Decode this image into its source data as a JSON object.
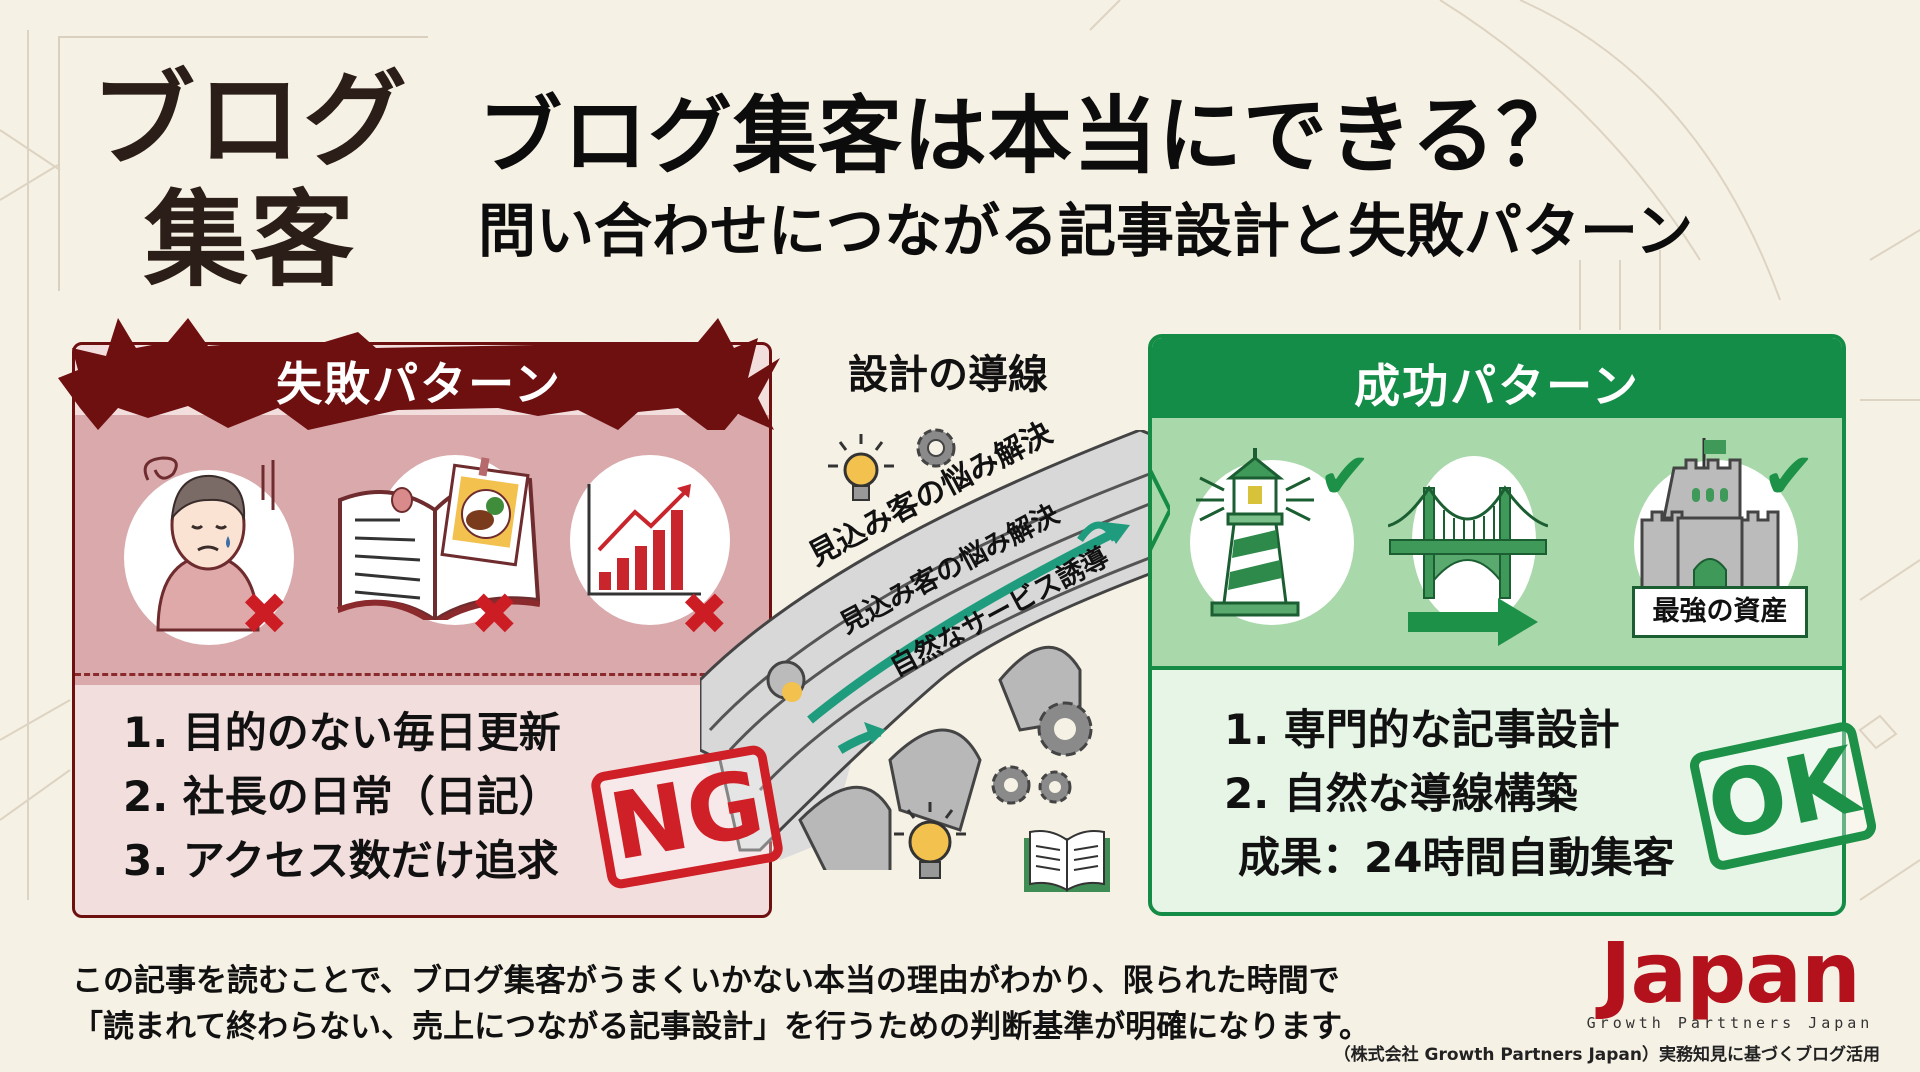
{
  "tag": {
    "line1": "ブログ",
    "line2": "集客"
  },
  "header": {
    "title": "ブログ集客は本当にできる？",
    "subtitle": "問い合わせにつながる記事設計と失敗パターン"
  },
  "fail_panel": {
    "title": "失敗パターン",
    "icons": [
      "worried-person-icon",
      "diary-book-icon",
      "access-chart-icon"
    ],
    "items": [
      "1. 目的のない毎日更新",
      "2. 社長の日常（日記）",
      "3. アクセス数だけ追求"
    ],
    "stamp": "NG",
    "colors": {
      "banner": "#6e0f10",
      "top_bg": "#d9a9ab",
      "list_bg": "#f3dede",
      "stamp": "#cf2027"
    }
  },
  "flow": {
    "title": "設計の導線",
    "road_labels": [
      "見込み客の悩み解決",
      "見込み客の悩み解決",
      "自然なサービス誘導"
    ],
    "icons": [
      "lightbulb-icon",
      "gear-icon",
      "gears-icon",
      "lightbulb-icon",
      "book-icon"
    ],
    "arrow_color": "#1f9c7d"
  },
  "success_panel": {
    "title": "成功パターン",
    "icons": [
      "lighthouse-icon",
      "bridge-icon",
      "castle-icon"
    ],
    "castle_label": "最強の資産",
    "items": [
      "1. 専門的な記事設計",
      "2. 自然な導線構築",
      "成果：24時間自動集客"
    ],
    "stamp": "OK",
    "colors": {
      "header": "#138d47",
      "top_bg": "#a9d8aa",
      "list_bg": "#e6f5e6",
      "stamp": "#1e9148"
    }
  },
  "description": {
    "line1": "この記事を読むことで、ブログ集客がうまくいかない本当の理由がわかり、限られた時間で",
    "line2": "「読まれて終わらない、売上につながる記事設計」を行うための判断基準が明確になります。"
  },
  "logo": {
    "word": "Japan",
    "sub": "Growth Parttners Japan"
  },
  "credit": "（株式会社 Growth Partners Japan）実務知見に基づくブログ活用"
}
